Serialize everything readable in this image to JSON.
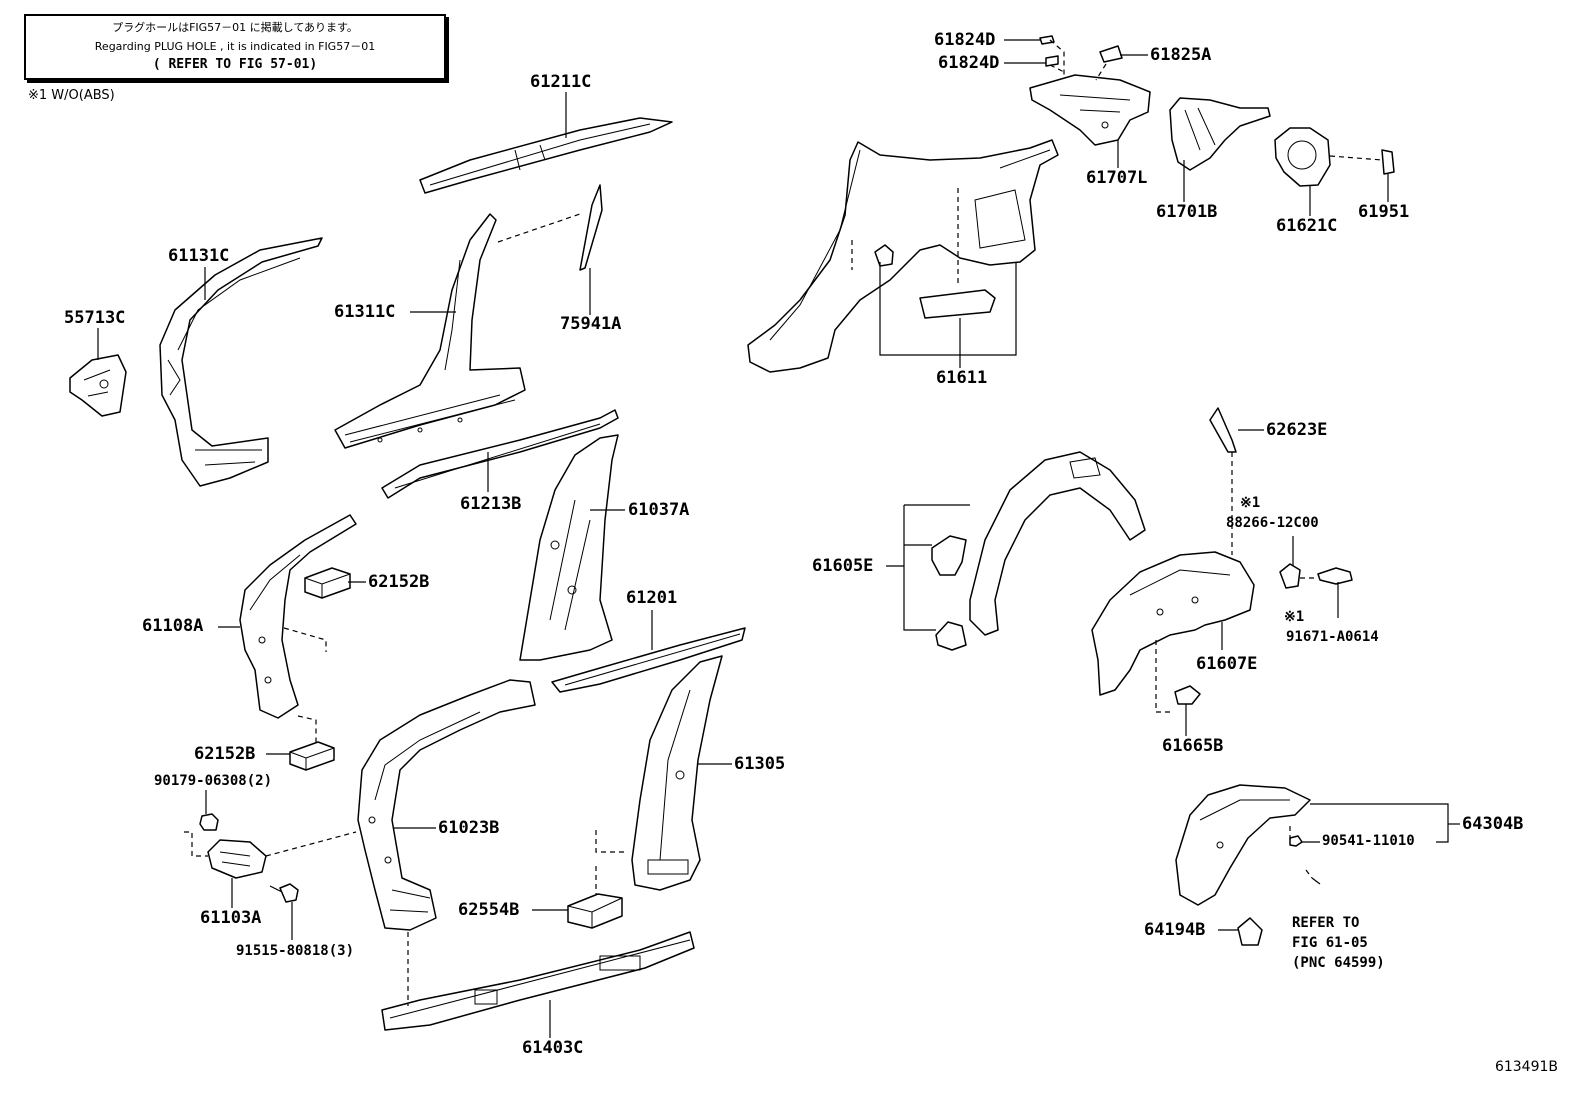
{
  "note": {
    "line1": "プラグホールはFIG57－01 に掲載してあります。",
    "line2": "Regarding PLUG HOLE , it is indicated in FIG57－01",
    "line3": "( REFER TO FIG 57-01)"
  },
  "footnote": "※1 W/O(ABS)",
  "labels": {
    "p61211C": "61211C",
    "p61131C": "61131C",
    "p55713C": "55713C",
    "p61311C": "61311C",
    "p75941A": "75941A",
    "p61213B": "61213B",
    "p61037A": "61037A",
    "p62152B_1": "62152B",
    "p61108A": "61108A",
    "p61201": "61201",
    "p62152B_2": "62152B",
    "p90179": "90179-06308(2)",
    "p61023B": "61023B",
    "p61305": "61305",
    "p61103A": "61103A",
    "p91515": "91515-80818(3)",
    "p62554B": "62554B",
    "p61403C": "61403C",
    "p61824D_1": "61824D",
    "p61824D_2": "61824D",
    "p61825A": "61825A",
    "p61707L": "61707L",
    "p61701B": "61701B",
    "p61621C": "61621C",
    "p61951": "61951",
    "p61611": "61611",
    "p62623E": "62623E",
    "p88266_mark": "※1",
    "p88266": "88266-12C00",
    "p61605E": "61605E",
    "p91671_mark": "※1",
    "p91671": "91671-A0614",
    "p61607E": "61607E",
    "p61665B": "61665B",
    "p64304B": "64304B",
    "p90541": "90541-11010",
    "p64194B": "64194B",
    "refer1": "REFER TO",
    "refer2": "FIG 61-05",
    "refer3": "(PNC 64599)"
  },
  "figure_number": "613491B"
}
